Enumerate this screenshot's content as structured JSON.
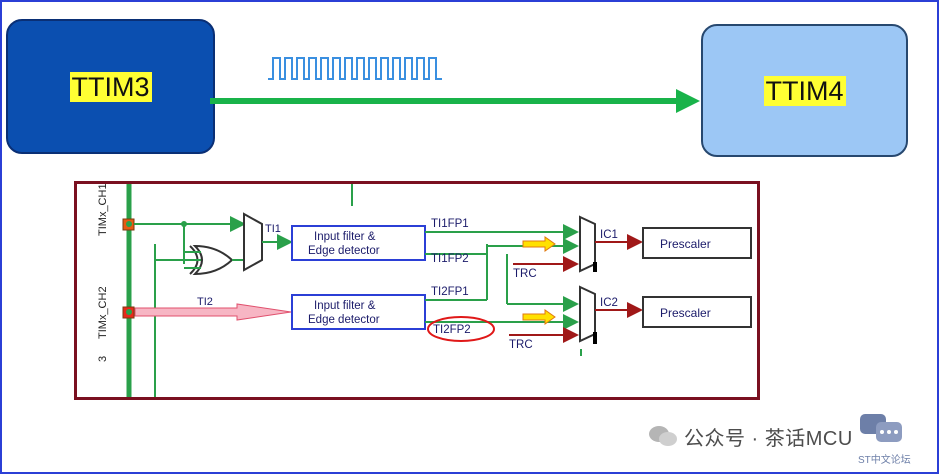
{
  "blocks": {
    "source": "TTIM3",
    "target": "TTIM4"
  },
  "diagram": {
    "channels": [
      "TIMx_CH1",
      "TIMx_CH2",
      "3"
    ],
    "ti1": "TI1",
    "ti2": "TI2",
    "filter_line1": "Input filter &",
    "filter_line2": "Edge detector",
    "ti1fp1": "TI1FP1",
    "ti1fp2": "TI1FP2",
    "ti2fp1": "TI2FP1",
    "ti2fp2": "TI2FP2",
    "trc": "TRC",
    "ic1": "IC1",
    "ic2": "IC2",
    "prescaler": "Prescaler"
  },
  "watermark": {
    "text": "公众号 · 茶话MCU",
    "sub": "ST中文论坛"
  },
  "colors": {
    "frame": "#2b3fd6",
    "tim3_fill": "#0b4fb0",
    "tim4_fill": "#9cc7f5",
    "arrow": "#19b34a",
    "label_highlight": "#ffff33",
    "diagram_border": "#7a1020",
    "pulse": "#3a8fe0"
  }
}
